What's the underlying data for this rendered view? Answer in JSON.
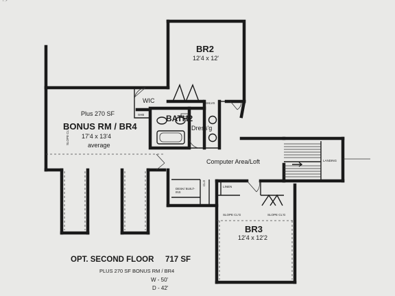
{
  "corner_mark": "ᑊ ᐧᐩ",
  "rooms": {
    "br2": {
      "name": "BR2",
      "dims": "12'4 x 12'"
    },
    "bonus": {
      "area_note": "Plus 270 SF",
      "name": "BONUS RM / BR4",
      "dims": "17'4 x 13'4",
      "note": "average"
    },
    "wic": {
      "name": "WIC"
    },
    "shlvs": {
      "name": "SHLVS"
    },
    "bath2": {
      "name": "BATH2",
      "dressing": "Dress'g"
    },
    "shb": {
      "name": "SHB"
    },
    "loft": {
      "name": "Computer Area/Loft"
    },
    "landing": {
      "name": "LANDING"
    },
    "desk": {
      "name": "DESK/ BUILT-INS"
    },
    "clo": {
      "name": "CLO"
    },
    "linen": {
      "name": "LINEN"
    },
    "br3": {
      "name": "BR3",
      "dims": "12'4 x 12'2"
    },
    "slope_bonus": "SLOPE CL'G",
    "slope_br3_left": "SLOPE CL'G",
    "slope_br3_right": "SLOPE CL'G"
  },
  "footer": {
    "title": "OPT. SECOND FLOOR",
    "area": "717 SF",
    "bonus_note": "PLUS 270 SF BONUS RM / BR4",
    "width": "W - 50'",
    "depth": "D - 42'"
  }
}
